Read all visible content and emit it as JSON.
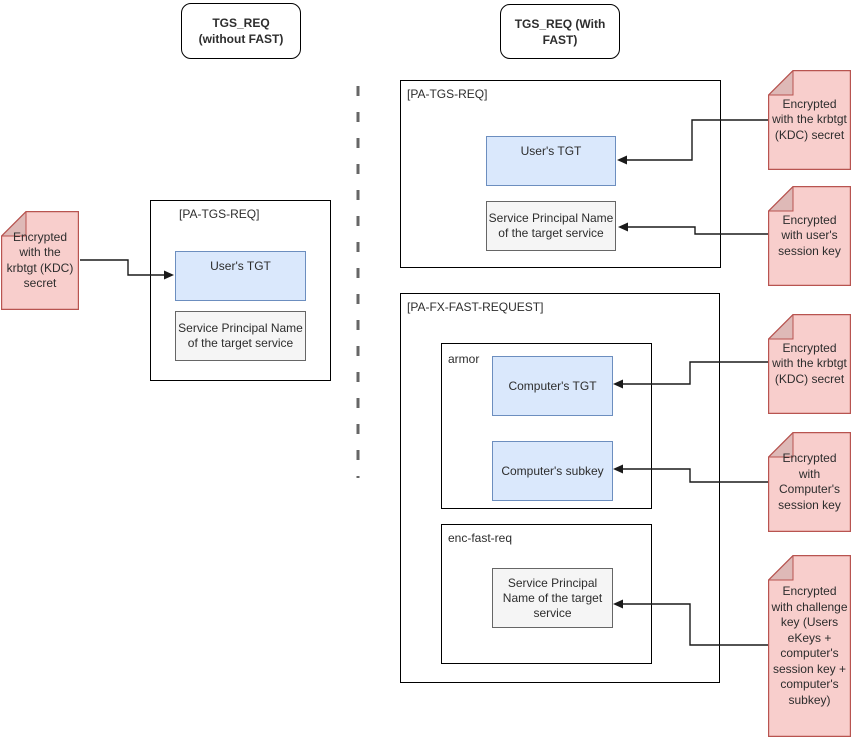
{
  "diagram": {
    "left_panel": {
      "title": "TGS_REQ (without FAST)",
      "note": "Encrypted with the krbtgt (KDC) secret",
      "pa_tgs_req": {
        "label": "[PA-TGS-REQ]",
        "users_tgt": "User's TGT",
        "spn": "Service Principal Name of the target service"
      }
    },
    "right_panel": {
      "title": "TGS_REQ (With FAST)",
      "pa_tgs_req": {
        "label": "[PA-TGS-REQ]",
        "users_tgt": "User's TGT",
        "spn": "Service Principal Name of the target service"
      },
      "pa_fx_fast_request": {
        "label": "[PA-FX-FAST-REQUEST]",
        "armor": {
          "label": "armor",
          "computers_tgt": "Computer's TGT",
          "computers_subkey": "Computer's subkey"
        },
        "enc_fast_req": {
          "label": "enc-fast-req",
          "spn": "Service Principal Name of the target service"
        }
      },
      "notes": [
        {
          "text": "Encrypted with the krbtgt (KDC) secret"
        },
        {
          "text": "Encrypted with user's session key"
        },
        {
          "text": "Encrypted with the krbtgt (KDC) secret"
        },
        {
          "text": "Encrypted with Computer's session key"
        },
        {
          "text": "Encrypted with challenge key (Users eKeys + computer's session key + computer's subkey)"
        }
      ]
    },
    "colors": {
      "note_fill": "#f8cecc",
      "note_border": "#b85450",
      "tgt_fill": "#dae8fc",
      "tgt_border": "#6c8ebf",
      "spn_fill": "#f5f5f5",
      "spn_border": "#666666",
      "divider": "#666666",
      "connector": "#1a1a1a"
    }
  }
}
